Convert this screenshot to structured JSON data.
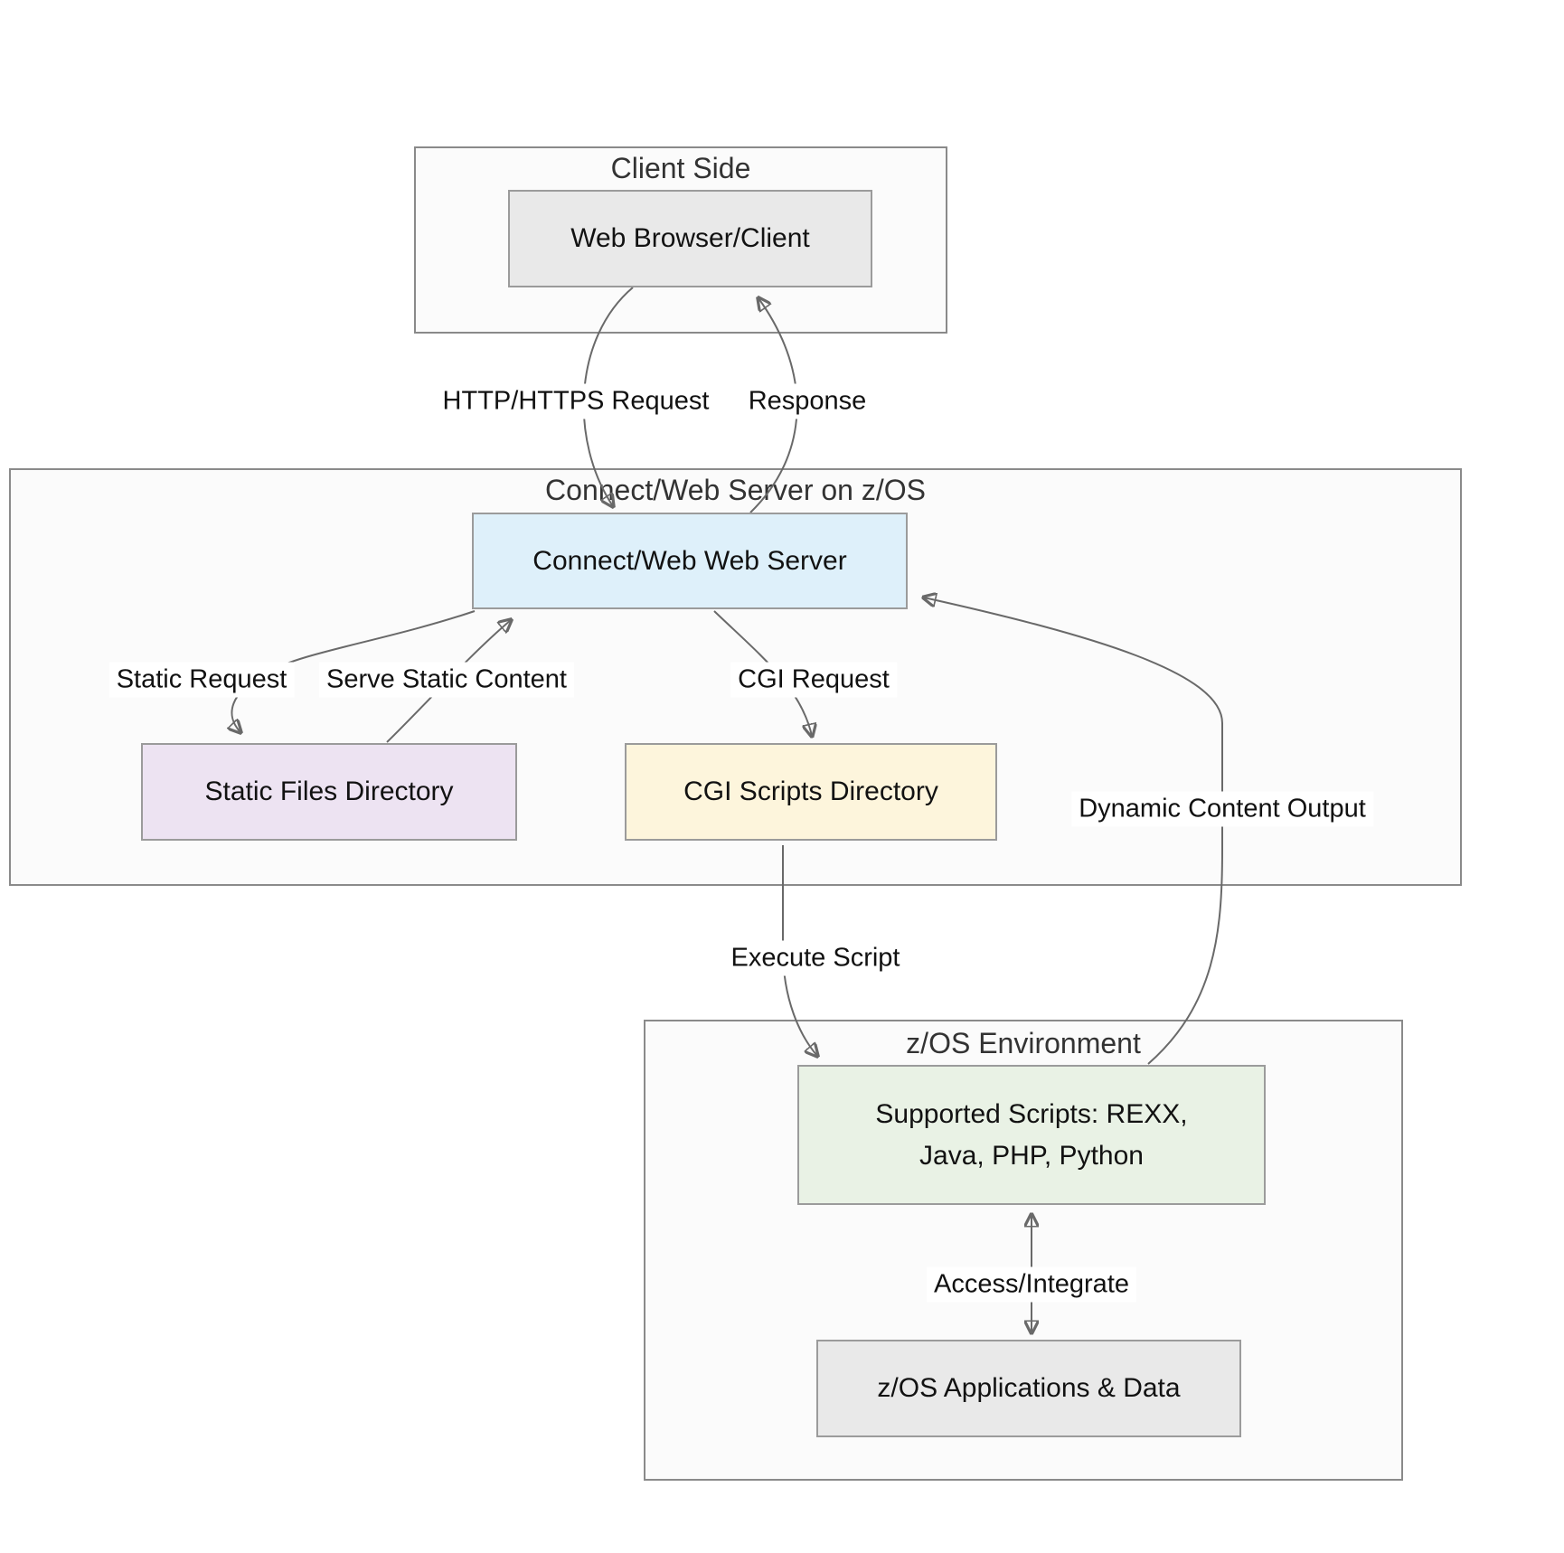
{
  "diagram": {
    "clusters": {
      "client": {
        "title": "Client Side"
      },
      "server": {
        "title": "Connect/Web Server on z/OS"
      },
      "zos": {
        "title": "z/OS Environment"
      }
    },
    "nodes": {
      "browser": {
        "label": "Web Browser/Client",
        "fill": "#e9e9e9"
      },
      "webserver": {
        "label": "Connect/Web Web Server",
        "fill": "#def0fa"
      },
      "static_dir": {
        "label": "Static Files Directory",
        "fill": "#ede3f2"
      },
      "cgi_dir": {
        "label": "CGI Scripts Directory",
        "fill": "#fdf5dc"
      },
      "scripts": {
        "label_line1": "Supported Scripts: REXX,",
        "label_line2": "Java, PHP, Python",
        "fill": "#e9f2e5"
      },
      "apps": {
        "label": "z/OS Applications & Data",
        "fill": "#e9e9e9"
      }
    },
    "edges": {
      "http_request": {
        "label": "HTTP/HTTPS Request"
      },
      "response": {
        "label": "Response"
      },
      "static_request": {
        "label": "Static Request"
      },
      "serve_static": {
        "label": "Serve Static Content"
      },
      "cgi_request": {
        "label": "CGI Request"
      },
      "dynamic_output": {
        "label": "Dynamic Content Output"
      },
      "execute_script": {
        "label": "Execute Script"
      },
      "access_integrate": {
        "label": "Access/Integrate"
      }
    },
    "colors": {
      "edge": "#696969",
      "node_border": "#9b9b9b",
      "cluster_border": "#8a8a8a",
      "cluster_fill": "#fbfbfb",
      "title_text": "#333333",
      "node_text": "#121212"
    }
  }
}
